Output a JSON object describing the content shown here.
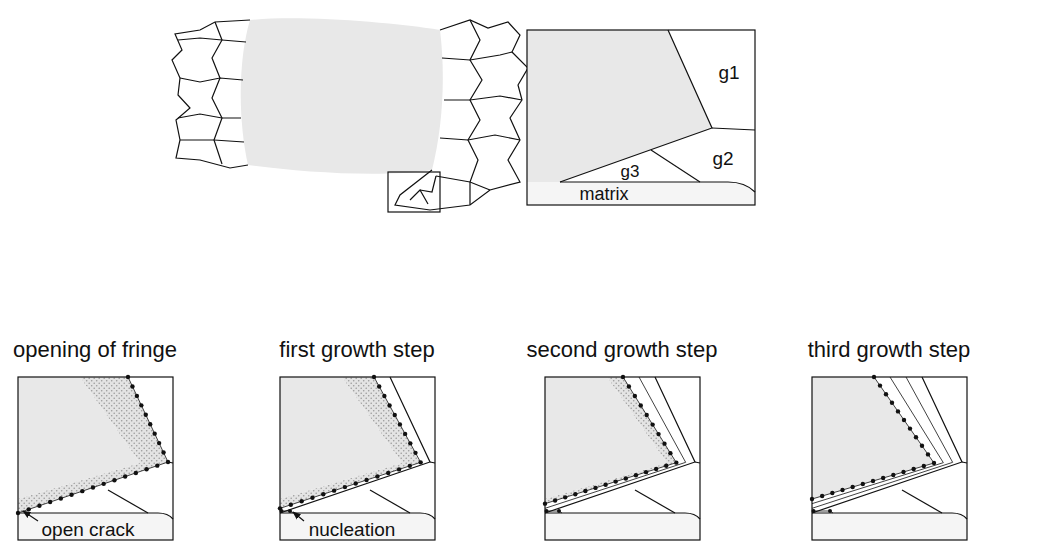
{
  "diagram": {
    "labels": [
      "g1",
      "g2",
      "g3",
      "matrix",
      "opening of fringe",
      "first growth step",
      "second growth step",
      "third growth step",
      "open crack",
      "nucleation"
    ]
  }
}
